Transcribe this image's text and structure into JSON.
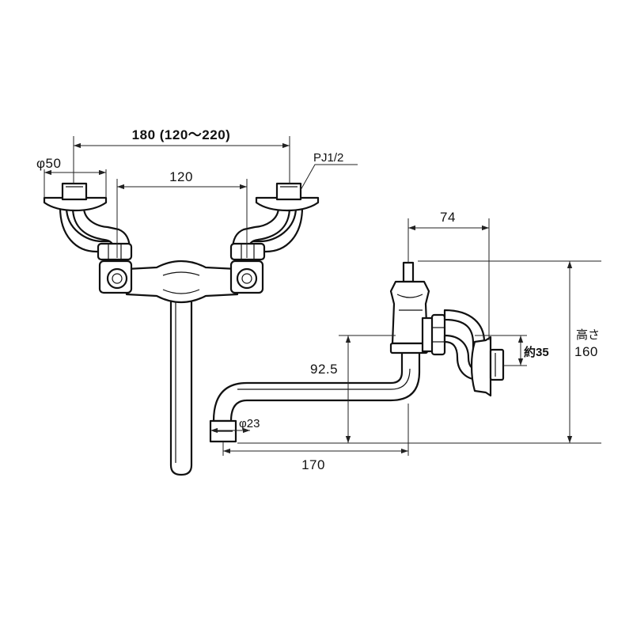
{
  "front_view": {
    "dim_overall": "180 (120〜220)",
    "dim_center": "120",
    "dim_flange": "φ50",
    "thread_label": "PJ1/2"
  },
  "side_view": {
    "dim_depth": "74",
    "dim_height_word": "高さ",
    "dim_height_value": "160",
    "dim_offset": "約35",
    "dim_spout_height": "92.5",
    "dim_outlet": "φ23",
    "dim_reach": "170"
  }
}
